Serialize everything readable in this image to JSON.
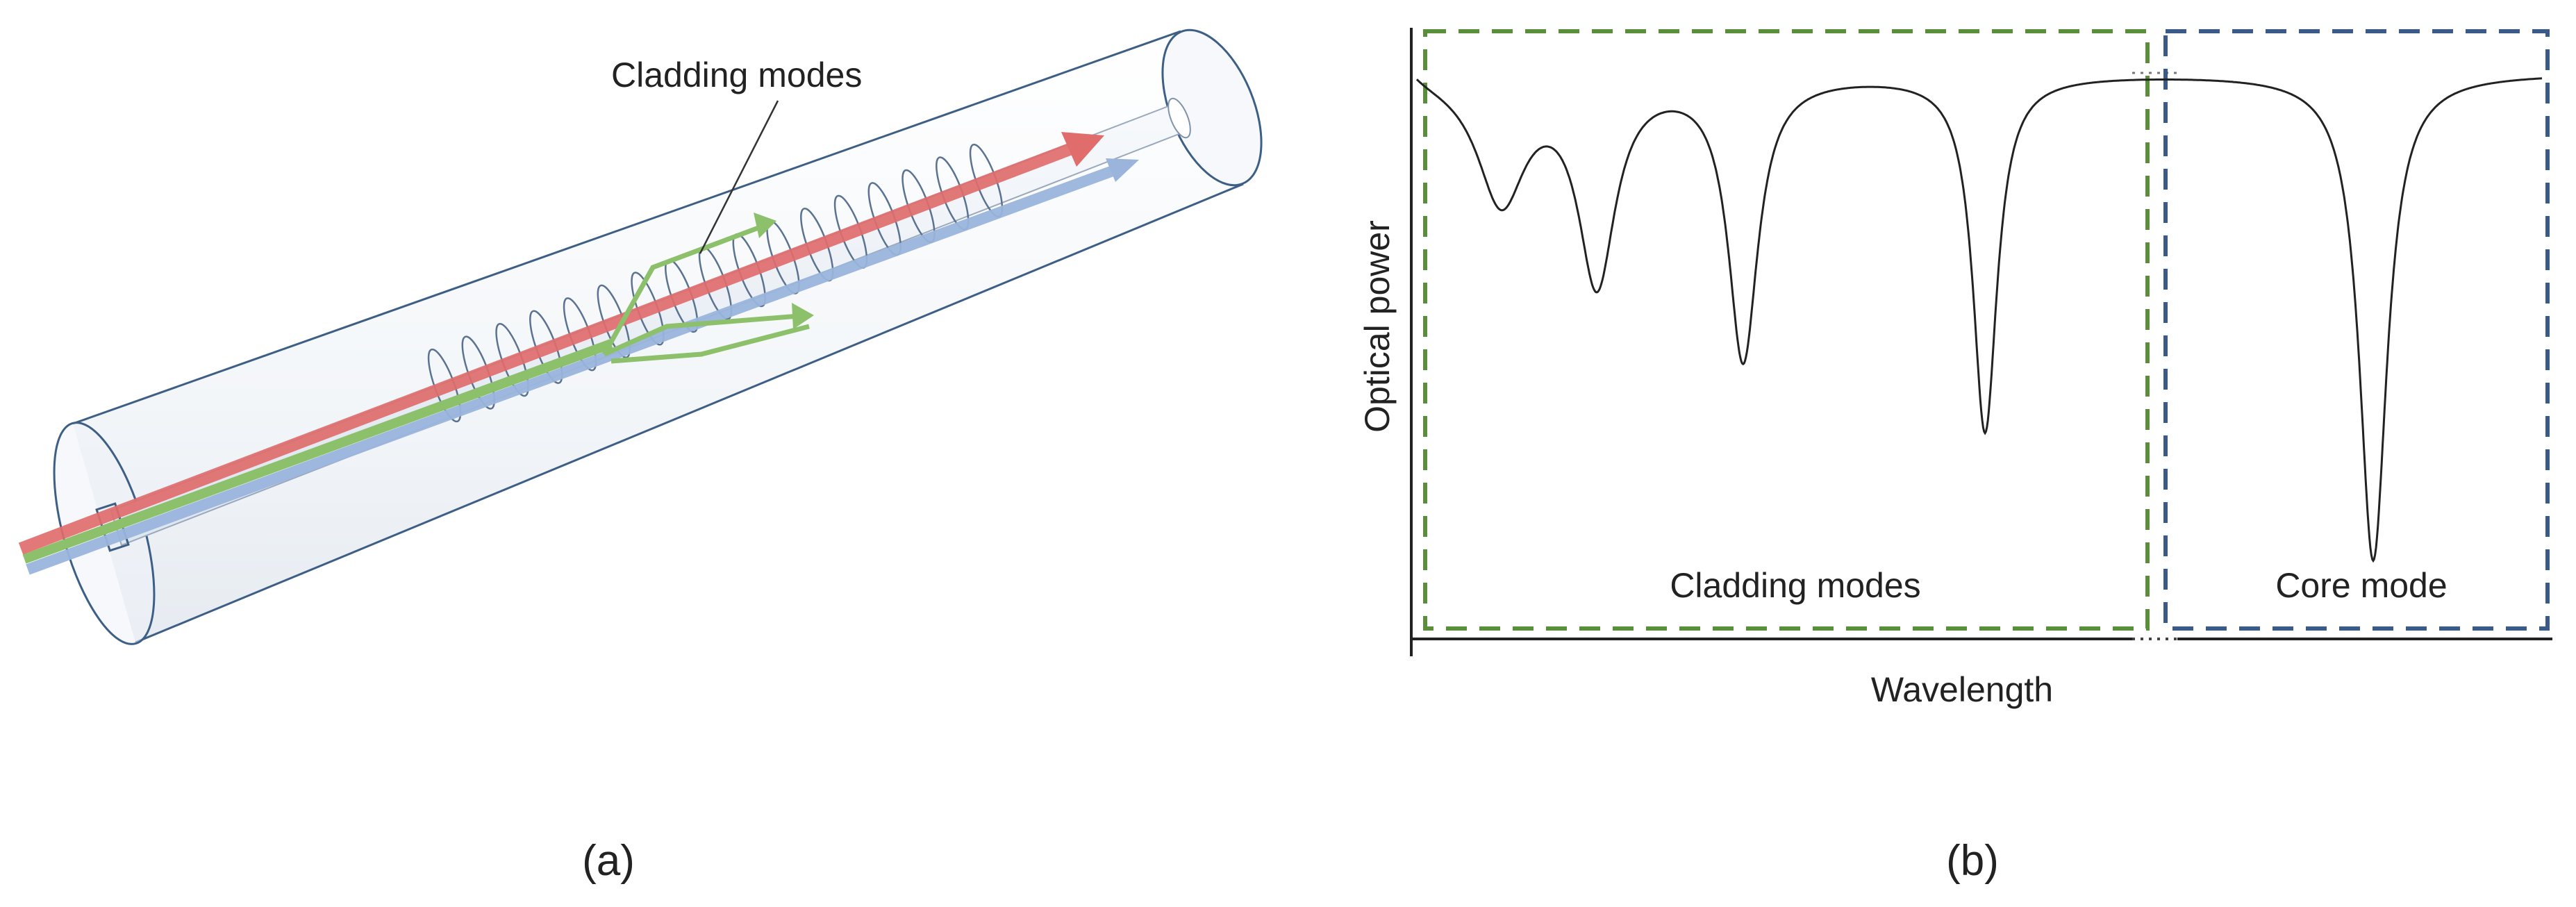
{
  "panel_a": {
    "callout_label": "Cladding modes",
    "caption": "(a)"
  },
  "panel_b": {
    "y_axis_label": "Optical power",
    "x_axis_label": "Wavelength",
    "cladding_box_label": "Cladding modes",
    "core_box_label": "Core mode",
    "caption": "(b)"
  },
  "chart_data": {
    "type": "line",
    "xlabel": "Wavelength",
    "ylabel": "Optical power",
    "xlim": [
      0,
      100
    ],
    "ylim": [
      0,
      100
    ],
    "baseline": 100,
    "dips": [
      {
        "x": 7.5,
        "depth": 78,
        "width": 2.6,
        "region": "Cladding modes"
      },
      {
        "x": 16,
        "depth": 64,
        "width": 2.0,
        "region": "Cladding modes"
      },
      {
        "x": 29,
        "depth": 50,
        "width": 1.6,
        "region": "Cladding modes"
      },
      {
        "x": 50.5,
        "depth": 37,
        "width": 1.3,
        "region": "Cladding modes"
      },
      {
        "x": 85,
        "depth": 14,
        "width": 1.5,
        "region": "Core mode"
      }
    ],
    "regions": [
      {
        "name": "Cladding modes",
        "x_range": [
          0,
          66
        ],
        "color": "#5a8f3a"
      },
      {
        "name": "Core mode",
        "x_range": [
          68,
          100
        ],
        "color": "#3a5a8a"
      }
    ]
  },
  "colors": {
    "fiber_outline": "#3d5f86",
    "red_beam": "#e06c6c",
    "green_beam": "#8cc06a",
    "blue_beam": "#9ab4dc",
    "cladding_box": "#5a8f3a",
    "core_box": "#3a5a8a"
  }
}
